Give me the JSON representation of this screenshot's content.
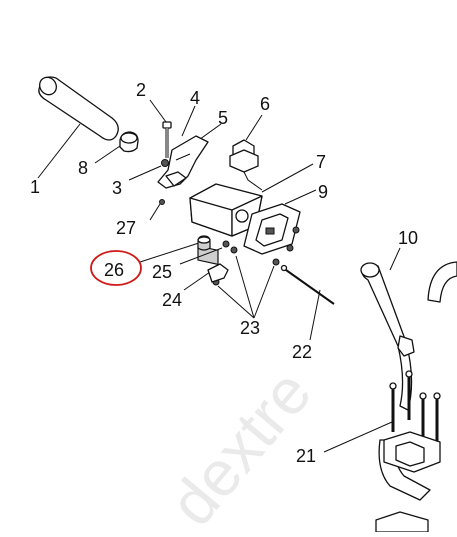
{
  "labels": {
    "p1": "1",
    "p2": "2",
    "p3": "3",
    "p4": "4",
    "p5": "5",
    "p6": "6",
    "p7": "7",
    "p8": "8",
    "p9": "9",
    "p10": "10",
    "p21": "21",
    "p22": "22",
    "p23": "23",
    "p24": "24",
    "p25": "25",
    "p26": "26",
    "p27": "27"
  },
  "highlight": {
    "part": "26",
    "color": "#d11a1a"
  },
  "watermark": "dextre"
}
